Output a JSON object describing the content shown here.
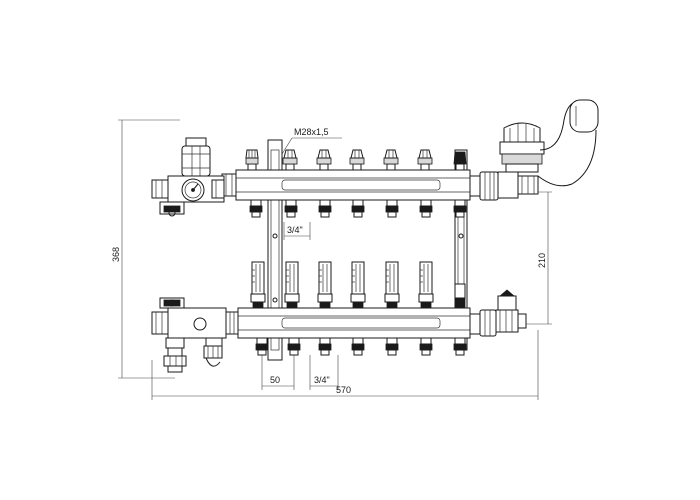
{
  "labels": {
    "thread": "M28x1,5",
    "pipe_top": "3/4\"",
    "pipe_bottom": "3/4\"",
    "spacing": "50",
    "total_width": "570",
    "height": "368",
    "rail_distance": "210"
  },
  "outlets": 6
}
